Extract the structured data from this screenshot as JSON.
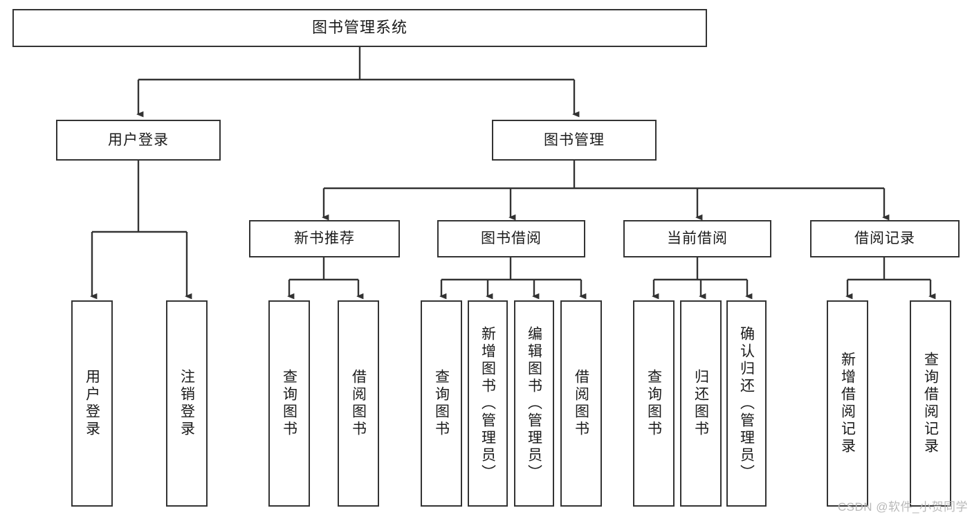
{
  "diagram": {
    "title": "图书管理系统",
    "type": "hierarchy-tree",
    "root": {
      "label": "图书管理系统"
    },
    "level1": [
      {
        "label": "用户登录"
      },
      {
        "label": "图书管理"
      }
    ],
    "level2": [
      {
        "label": "新书推荐"
      },
      {
        "label": "图书借阅"
      },
      {
        "label": "当前借阅"
      },
      {
        "label": "借阅记录"
      }
    ],
    "leaves": {
      "user_login": [
        {
          "label": "用户登录"
        },
        {
          "label": "注销登录"
        }
      ],
      "new_book_recommend": [
        {
          "label": "查询图书"
        },
        {
          "label": "借阅图书"
        }
      ],
      "book_borrow": [
        {
          "label": "查询图书"
        },
        {
          "label": "新增图书（管理员）"
        },
        {
          "label": "编辑图书（管理员）"
        },
        {
          "label": "借阅图书"
        }
      ],
      "current_borrow": [
        {
          "label": "查询图书"
        },
        {
          "label": "归还图书"
        },
        {
          "label": "确认归还（管理员）"
        }
      ],
      "borrow_record": [
        {
          "label": "新增借阅记录"
        },
        {
          "label": "查询借阅记录"
        }
      ]
    },
    "watermark": "CSDN @软件_小贺同学",
    "colors": {
      "stroke": "#333333",
      "fill": "#ffffff",
      "text": "#1b1b1b",
      "watermark": "#b9b9b9"
    }
  }
}
